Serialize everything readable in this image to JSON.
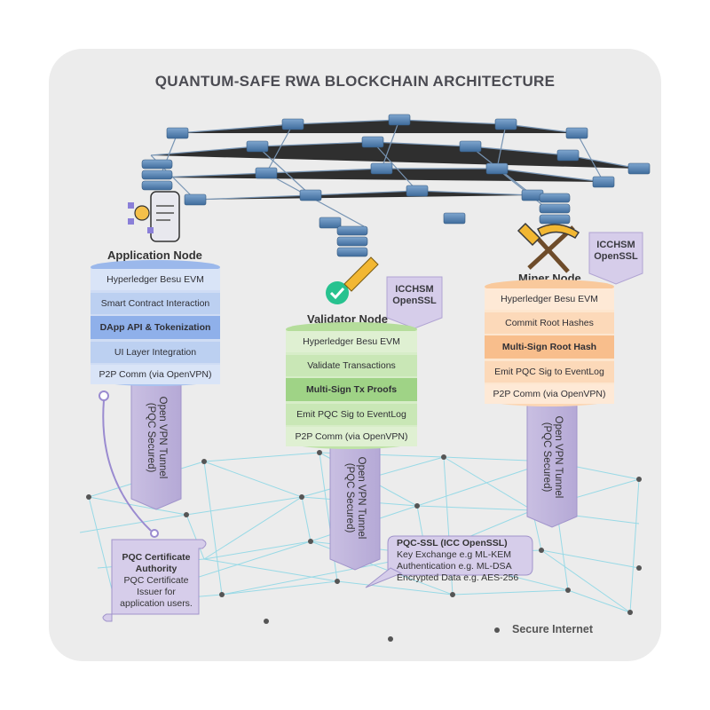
{
  "title": "QUANTUM-SAFE RWA BLOCKCHAIN ARCHITECTURE",
  "application_node": {
    "label": "Application Node",
    "layers": [
      "Hyperledger Besu EVM",
      "Smart Contract Interaction",
      "DApp API & Tokenization",
      "UI Layer Integration",
      "P2P Comm (via OpenVPN)"
    ]
  },
  "validator_node": {
    "label": "Validator Node",
    "layers": [
      "Hyperledger Besu EVM",
      "Validate Transactions",
      "Multi-Sign Tx Proofs",
      "Emit PQC Sig to EventLog",
      "P2P Comm (via OpenVPN)"
    ],
    "hsm_tag": [
      "ICCHSM",
      "OpenSSL"
    ]
  },
  "miner_node": {
    "label": "Miner Node",
    "layers": [
      "Hyperledger Besu EVM",
      "Commit Root Hashes",
      "Multi-Sign Root Hash",
      "Emit PQC Sig to EventLog",
      "P2P Comm (via OpenVPN)"
    ],
    "hsm_tag": [
      "ICCHSM",
      "OpenSSL"
    ]
  },
  "tunnel": {
    "line1": "Open VPN Tunnel",
    "line2": "(PQC Secured)"
  },
  "pqc_ca": {
    "title": "PQC Certificate Authority",
    "desc": "PQC Certificate Issuer for application users."
  },
  "pqc_ssl": {
    "title": "PQC-SSL (ICC OpenSSL)",
    "lines": [
      "Key Exchange e.g ML-KEM",
      "Authentication e.g. ML-DSA",
      "Encrypted Data e.g. AES-256"
    ]
  },
  "secure_internet": "Secure Internet",
  "colors": {
    "application": "#a9c3ef",
    "application_bold": "#8fb0ea",
    "validator": "#bfe3a8",
    "validator_bold": "#9fd386",
    "miner": "#fcd7b5",
    "miner_bold": "#f8be8c",
    "tag": "#d6cdea",
    "blocks": "#4f7fb3",
    "mesh": "#8fd8e6"
  }
}
